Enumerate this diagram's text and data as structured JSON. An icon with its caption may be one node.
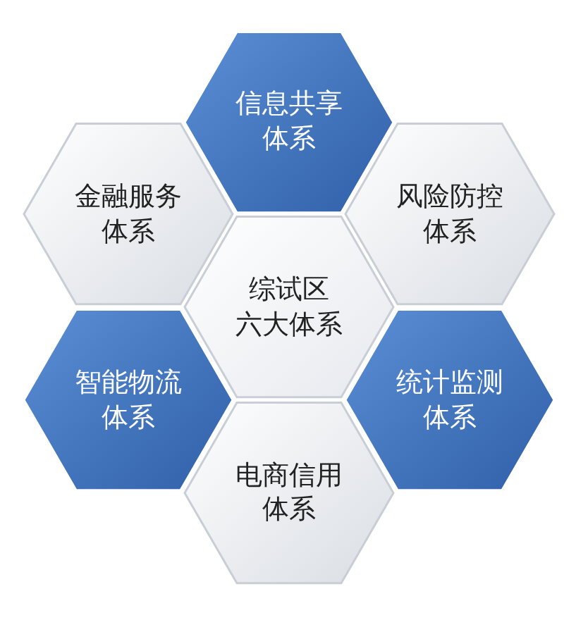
{
  "diagram": {
    "nodes": [
      {
        "text": [
          "信息共享体系"
        ]
      },
      {
        "text": [
          "金融服务体系"
        ]
      },
      {
        "text": [
          "风险防控体系"
        ]
      },
      {
        "text": [
          "综试区六大体系"
        ]
      },
      {
        "text": [
          "智能物流体系"
        ]
      },
      {
        "text": [
          "统计监测体系"
        ]
      },
      {
        "text": [
          "电商信用体系"
        ]
      }
    ]
  }
}
